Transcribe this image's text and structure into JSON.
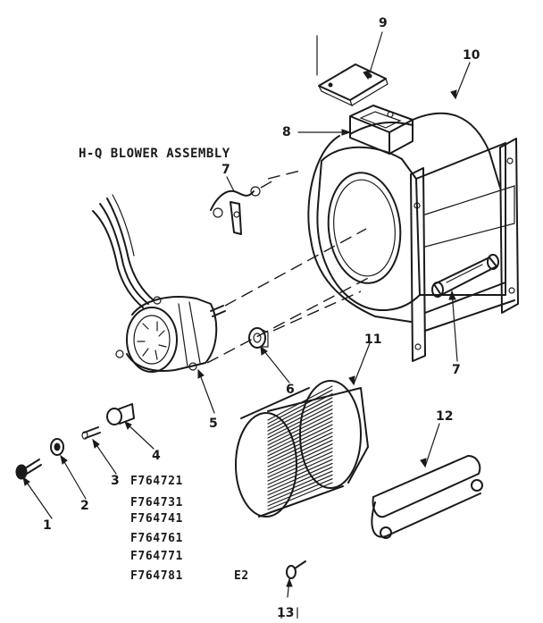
{
  "diagram": {
    "title": "H-Q BLOWER ASSEMBLY",
    "callouts": [
      "1",
      "2",
      "3",
      "4",
      "5",
      "6",
      "7",
      "7",
      "8",
      "9",
      "10",
      "11",
      "12",
      "13"
    ],
    "model_numbers": [
      "F764721",
      "F764731",
      "F764741",
      "F764761",
      "F764771",
      "F764781"
    ],
    "revision": "E2"
  }
}
